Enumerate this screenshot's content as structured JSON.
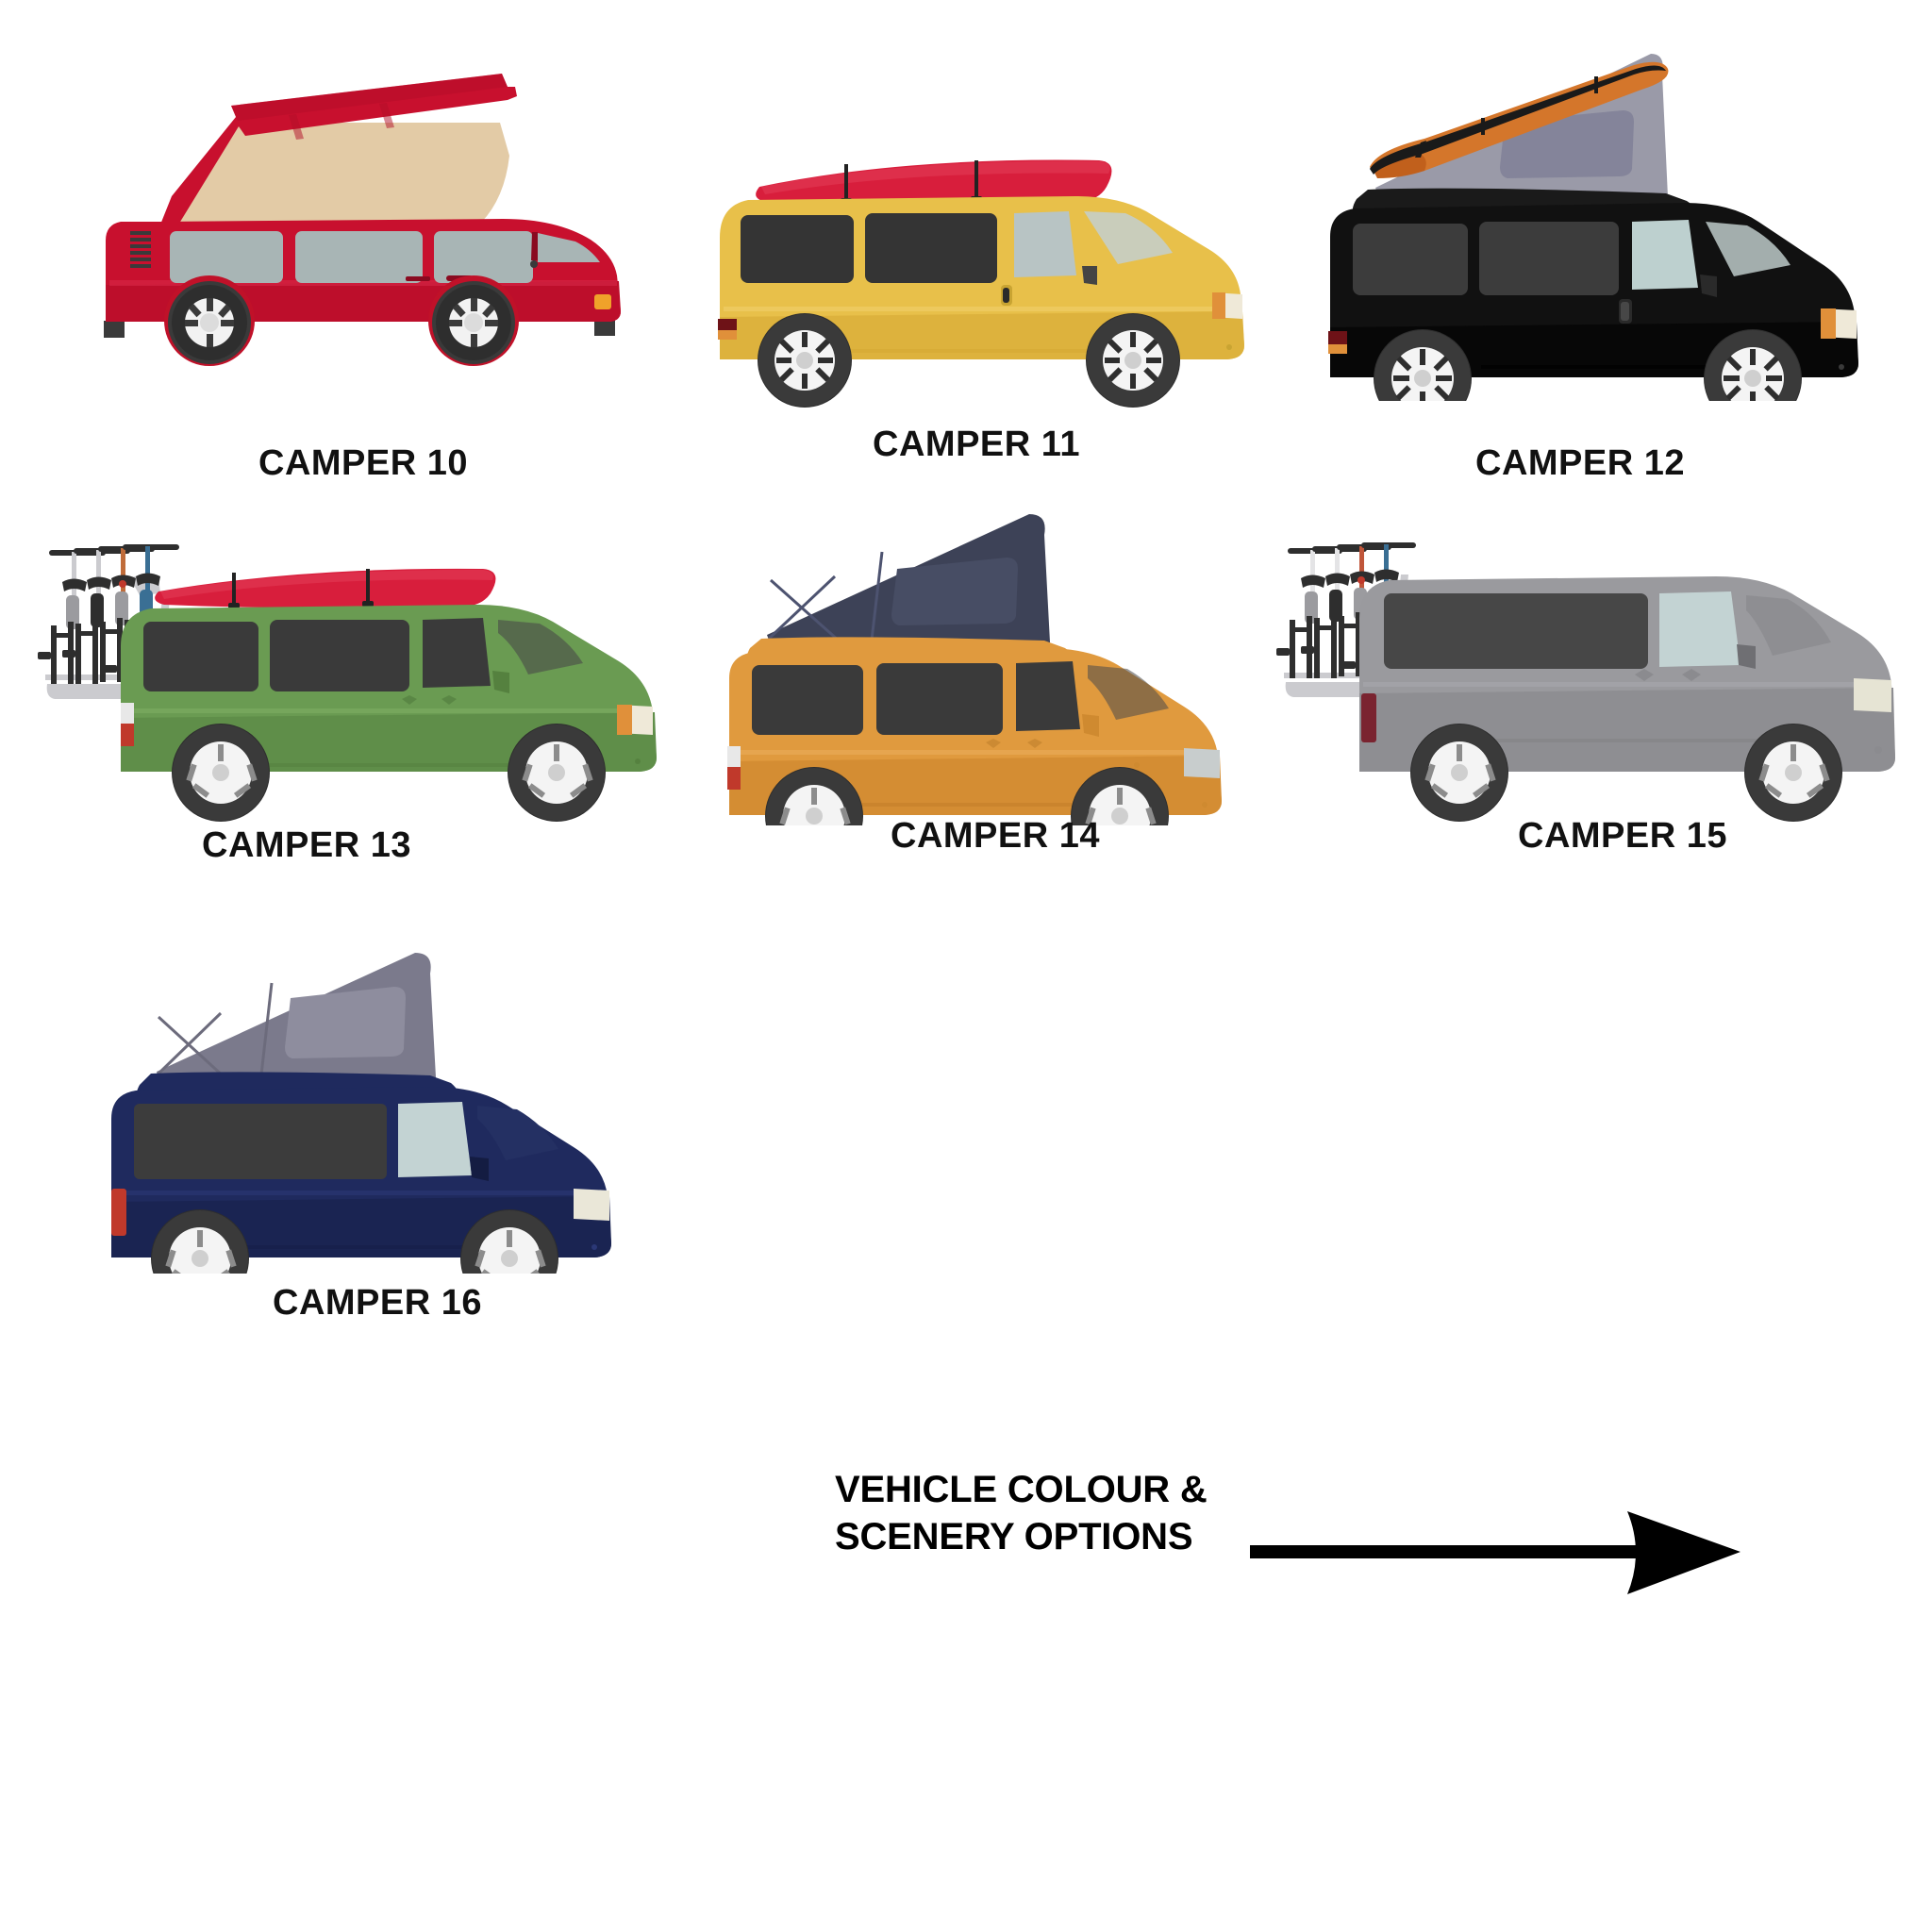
{
  "page": {
    "background_color": "#ffffff",
    "title_text_color": "#111111"
  },
  "campers": [
    {
      "id": "camper-10",
      "label": "CAMPER 10",
      "body_color": "#c8102e",
      "body_shade": "#a80c26",
      "roof_type": "pop-top-canvas",
      "roof_color": "#c8102e",
      "canvas_color": "#e3cba6",
      "window_color": "#a8b5b5",
      "accessory": "none",
      "wheel_style": "classic-7-spoke"
    },
    {
      "id": "camper-11",
      "label": "CAMPER 11",
      "body_color": "#e8c04a",
      "body_shade": "#d6ab36",
      "roof_type": "flat",
      "roof_color": "#e8c04a",
      "canvas_color": "",
      "window_color": "#343434",
      "accessory": "roof-kayak",
      "accessory_color": "#d81e3c",
      "wheel_style": "alloy-multi-spoke"
    },
    {
      "id": "camper-12",
      "label": "CAMPER 12",
      "body_color": "#111111",
      "body_shade": "#000000",
      "roof_type": "pop-top-canvas",
      "roof_color": "#1a1a1a",
      "canvas_color": "#9a9aa8",
      "window_color": "#3c3c3c",
      "accessory": "roof-surfboard",
      "accessory_color": "#d4762b",
      "wheel_style": "alloy-multi-spoke"
    },
    {
      "id": "camper-13",
      "label": "CAMPER 13",
      "body_color": "#6a9b52",
      "body_shade": "#5a8745",
      "roof_type": "flat",
      "roof_color": "#6a9b52",
      "canvas_color": "",
      "window_color": "#3a3a3a",
      "accessory": "roof-kayak-and-bike-rack",
      "accessory_color": "#d81e3c",
      "bike_count": 4,
      "wheel_style": "alloy-5-spoke"
    },
    {
      "id": "camper-14",
      "label": "CAMPER 14",
      "body_color": "#e09a3e",
      "body_shade": "#cc8a33",
      "roof_type": "pop-top-canvas",
      "roof_color": "#e09a3e",
      "canvas_color": "#3d4257",
      "window_color": "#3a3a3a",
      "accessory": "none",
      "wheel_style": "alloy-5-spoke"
    },
    {
      "id": "camper-15",
      "label": "CAMPER 15",
      "body_color": "#9a9a9e",
      "body_shade": "#8b8b8f",
      "roof_type": "flat",
      "roof_color": "#9a9a9e",
      "canvas_color": "",
      "window_color": "#474747",
      "accessory": "bike-rack",
      "bike_count": 4,
      "wheel_style": "alloy-5-spoke"
    },
    {
      "id": "camper-16",
      "label": "CAMPER 16",
      "body_color": "#1f2a5e",
      "body_shade": "#18224e",
      "roof_type": "pop-top-canvas",
      "roof_color": "#1f2a5e",
      "canvas_color": "#7b7a8c",
      "window_color": "#3c3c3c",
      "accessory": "none",
      "wheel_style": "alloy-5-spoke"
    }
  ],
  "footer": {
    "note_line_1": "VEHICLE COLOUR &",
    "note_line_2": "SCENERY OPTIONS",
    "arrow_icon": "right-arrow-icon",
    "arrow_color": "#000000"
  }
}
